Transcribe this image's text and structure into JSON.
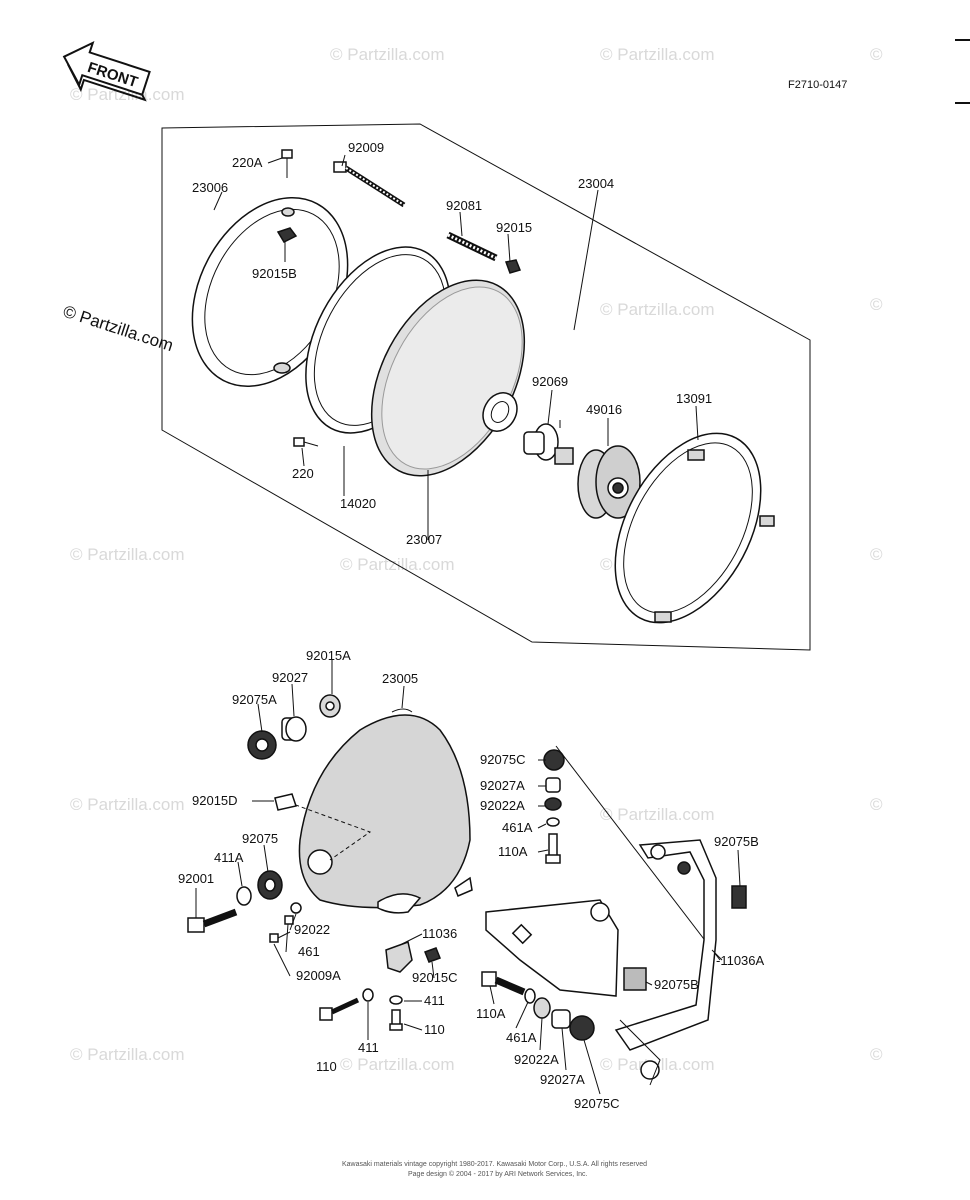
{
  "diagram_code": "F2710-0147",
  "front_label": "FRONT",
  "watermark": "© Partzilla.com",
  "watermark_short": "©",
  "footer_line1": "Kawasaki materials vintage copyright 1980-2017. Kawasaki Motor Corp., U.S.A. All rights reserved",
  "footer_line2": "Page design © 2004 - 2017 by ARI Network Services, Inc.",
  "parts": {
    "p23004": "23004",
    "p23006": "23006",
    "p220A": "220A",
    "p92009": "92009",
    "p92081": "92081",
    "p92015": "92015",
    "p92015B": "92015B",
    "p220": "220",
    "p14020": "14020",
    "p23007": "23007",
    "p92069": "92069",
    "p49016": "49016",
    "p13091": "13091",
    "p92015A": "92015A",
    "p92027": "92027",
    "p92075A": "92075A",
    "p23005": "23005",
    "p92015D": "92015D",
    "p92075": "92075",
    "p411A": "411A",
    "p92001": "92001",
    "p92022": "92022",
    "p461": "461",
    "p92009A": "92009A",
    "p11036": "11036",
    "p92015C": "92015C",
    "p411": "411",
    "p110": "110",
    "p411b": "411",
    "p110b": "110",
    "p92075C": "92075C",
    "p92027A": "92027A",
    "p92022A": "92022A",
    "p461A": "461A",
    "p110A": "110A",
    "p92075B": "92075B",
    "p11036A": "-11036A",
    "p92075Bb": "92075B",
    "p110Ab": "110A",
    "p461Ab": "461A",
    "p92022Ab": "92022A",
    "p92027Ab": "92027A",
    "p92075Cb": "92075C"
  }
}
